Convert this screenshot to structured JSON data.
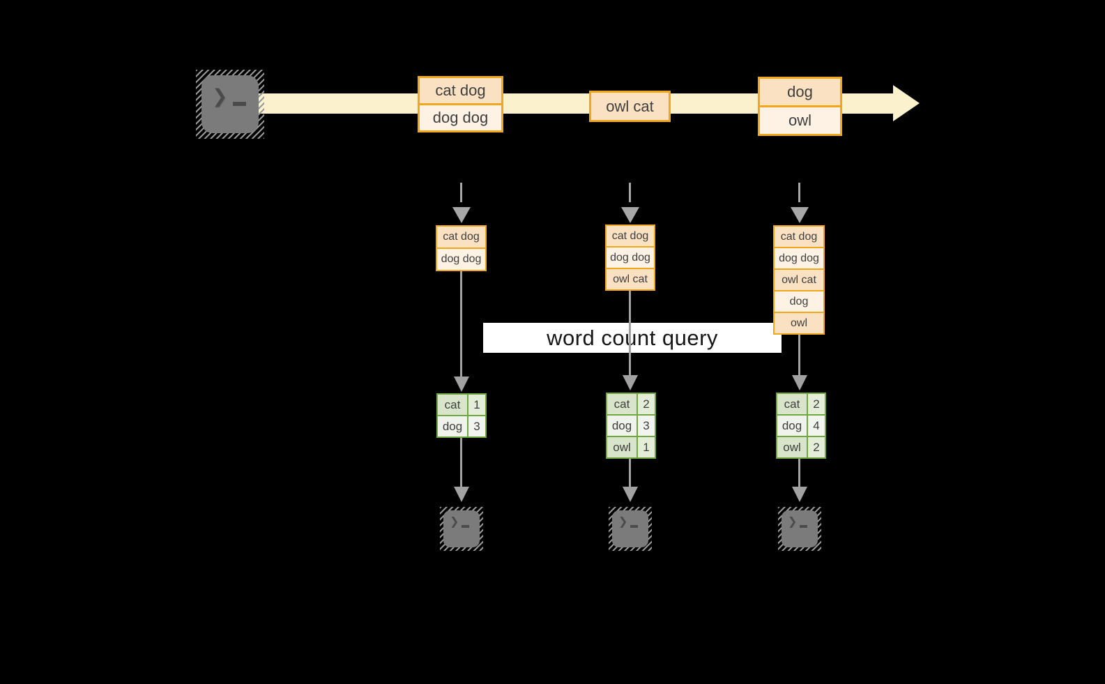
{
  "query_label": "word count query",
  "icons": {
    "terminal_prompt": "❯"
  },
  "colors": {
    "background": "#000000",
    "stream_band": "#fcf1cd",
    "amber_border": "#f0a71c",
    "cell_peach": "#fae1c2",
    "cell_cream": "#fdf2e4",
    "green_border": "#6ea83f",
    "green_cell_dark": "#d9e5ca",
    "green_cell_light": "#eff3eb",
    "arrow_gray": "#a2a2a2",
    "query_band_bg": "#ffffff",
    "text_dark": "#3e3e3e",
    "terminal_gray": "#7b7b7b"
  },
  "stream": {
    "events": [
      {
        "lines": [
          "cat dog",
          "dog dog"
        ]
      },
      {
        "lines": [
          "owl cat"
        ]
      },
      {
        "lines": [
          "dog",
          "owl"
        ]
      }
    ]
  },
  "flows": [
    {
      "state": [
        "cat dog",
        "dog dog"
      ],
      "counts": [
        {
          "word": "cat",
          "count": 1
        },
        {
          "word": "dog",
          "count": 3
        }
      ]
    },
    {
      "state": [
        "cat dog",
        "dog dog",
        "owl cat"
      ],
      "counts": [
        {
          "word": "cat",
          "count": 2
        },
        {
          "word": "dog",
          "count": 3
        },
        {
          "word": "owl",
          "count": 1
        }
      ]
    },
    {
      "state": [
        "cat dog",
        "dog dog",
        "owl cat",
        "dog",
        "owl"
      ],
      "counts": [
        {
          "word": "cat",
          "count": 2
        },
        {
          "word": "dog",
          "count": 4
        },
        {
          "word": "owl",
          "count": 2
        }
      ]
    }
  ]
}
